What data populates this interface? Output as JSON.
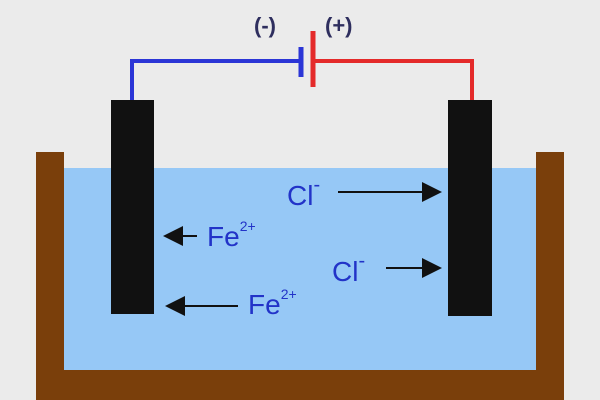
{
  "battery": {
    "negative_label": "(-)",
    "positive_label": "(+)"
  },
  "ions": {
    "fe_1": {
      "symbol": "Fe",
      "charge": "2+"
    },
    "fe_2": {
      "symbol": "Fe",
      "charge": "2+"
    },
    "cl_1": {
      "symbol": "Cl",
      "charge": "-"
    },
    "cl_2": {
      "symbol": "Cl",
      "charge": "-"
    }
  },
  "colors": {
    "background": "#ebebeb",
    "container": "#7a3f0b",
    "solution": "#96c8f6",
    "electrode": "#111111",
    "negative_wire": "#2b35d6",
    "positive_wire": "#e42a2a",
    "ion_text": "#2233c8",
    "terminal_text": "#2e2e5e"
  }
}
